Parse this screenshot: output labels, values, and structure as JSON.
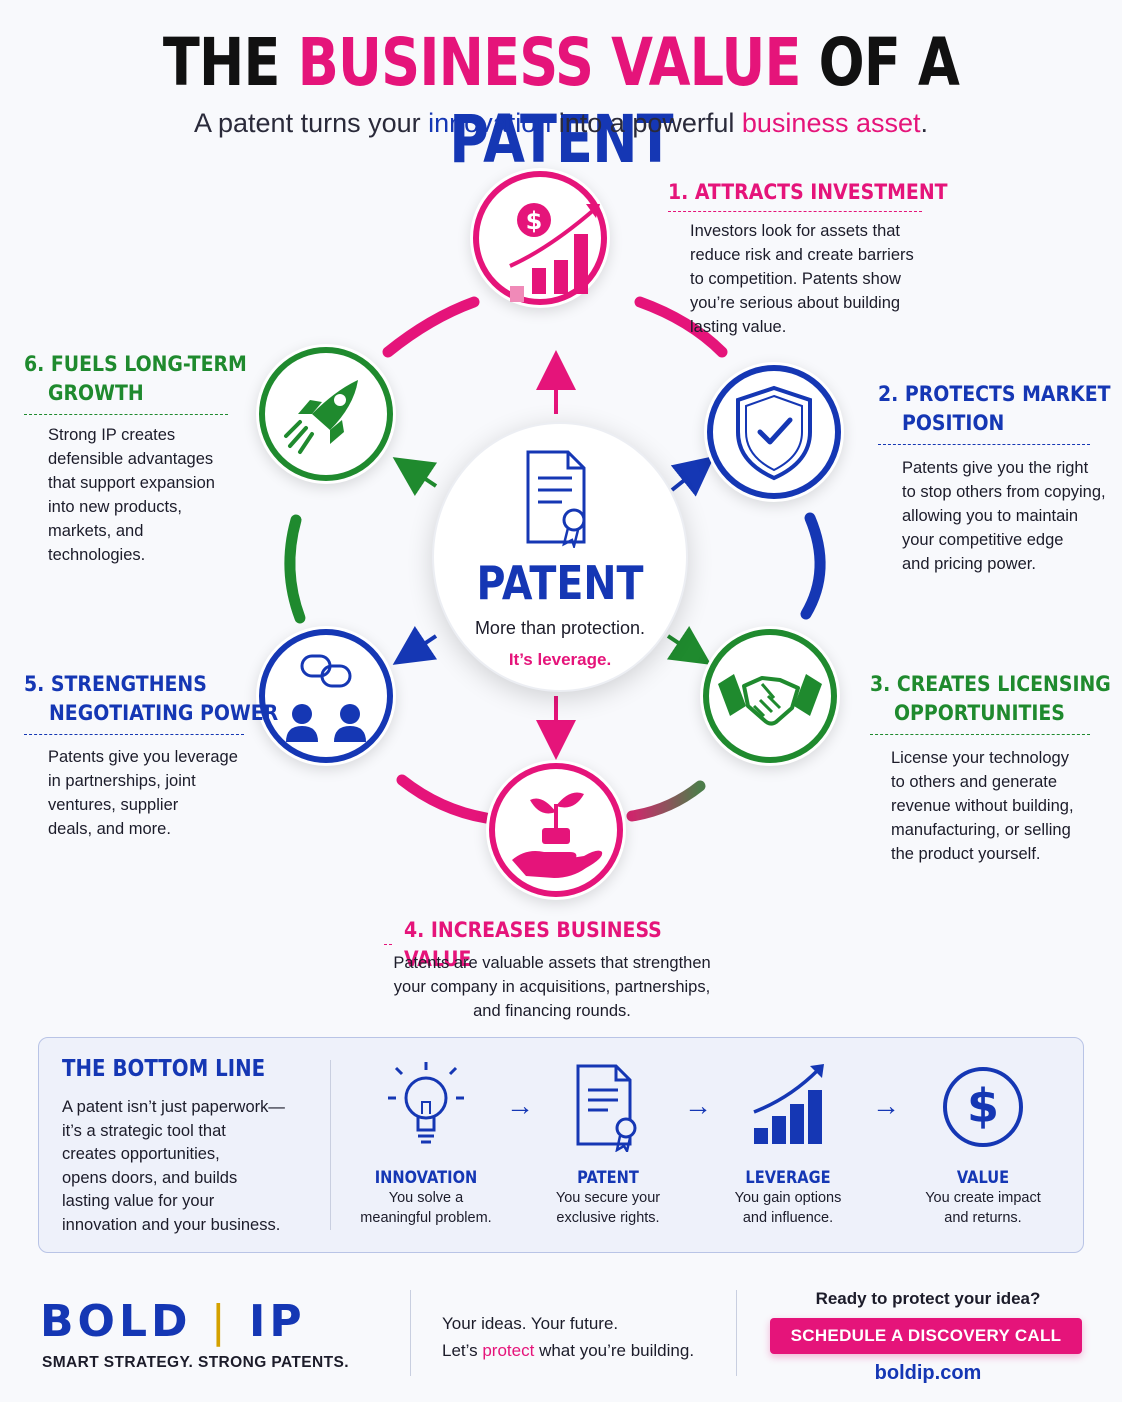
{
  "header": {
    "title_parts": [
      "THE",
      "BUSINESS VALUE",
      "OF A",
      "PATENT"
    ],
    "subtitle_parts": [
      "A patent turns your",
      "innovation",
      "into a powerful",
      "business asset",
      "."
    ]
  },
  "center": {
    "title": "PATENT",
    "line1": "More than protection.",
    "line2": "It’s leverage."
  },
  "benefits": [
    {
      "heading_lines": [
        "1. ATTRACTS INVESTMENT"
      ],
      "desc_lines": [
        "Investors look for assets that",
        "reduce risk and create barriers",
        "to competition. Patents show",
        "you’re serious about building",
        "lasting value."
      ],
      "icon": "investment-chart-icon"
    },
    {
      "heading_lines": [
        "2. PROTECTS MARKET",
        "POSITION"
      ],
      "desc_lines": [
        "Patents give you the right",
        "to stop others from copying,",
        "allowing you to maintain",
        "your competitive edge",
        "and pricing power."
      ],
      "icon": "shield-check-icon"
    },
    {
      "heading_lines": [
        "3. CREATES LICENSING",
        "OPPORTUNITIES"
      ],
      "desc_lines": [
        "License your technology",
        "to others and generate",
        "revenue without building,",
        "manufacturing, or selling",
        "the product yourself."
      ],
      "icon": "handshake-icon"
    },
    {
      "heading_lines": [
        "4. INCREASES BUSINESS VALUE"
      ],
      "desc_lines": [
        "Patents are valuable assets that strengthen",
        "your company in acquisitions, partnerships,",
        "and financing rounds."
      ],
      "icon": "hand-plant-icon"
    },
    {
      "heading_lines": [
        "5. STRENGTHENS",
        "NEGOTIATING POWER"
      ],
      "desc_lines": [
        "Patents give you leverage",
        "in partnerships, joint",
        "ventures, supplier",
        "deals, and more."
      ],
      "icon": "people-chat-icon"
    },
    {
      "heading_lines": [
        "6. FUELS LONG-TERM",
        "GROWTH"
      ],
      "desc_lines": [
        "Strong IP creates",
        "defensible advantages",
        "that support expansion",
        "into new products,",
        "markets, and",
        "technologies."
      ],
      "icon": "rocket-icon"
    }
  ],
  "bottom_line": {
    "title": "THE BOTTOM LINE",
    "text_lines": [
      "A patent isn’t just paperwork—",
      "it’s a strategic tool that",
      "creates opportunities,",
      "opens doors, and builds",
      "lasting value for your",
      "innovation and your business."
    ],
    "steps": [
      {
        "label": "INNOVATION",
        "sub_lines": [
          "You solve a",
          "meaningful problem."
        ],
        "icon": "lightbulb-icon"
      },
      {
        "label": "PATENT",
        "sub_lines": [
          "You secure your",
          "exclusive rights."
        ],
        "icon": "certificate-icon"
      },
      {
        "label": "LEVERAGE",
        "sub_lines": [
          "You gain options",
          "and influence."
        ],
        "icon": "growth-chart-icon"
      },
      {
        "label": "VALUE",
        "sub_lines": [
          "You create impact",
          "and returns."
        ],
        "icon": "dollar-circle-icon"
      }
    ],
    "arrow": "→"
  },
  "footer": {
    "logo_left": "BOLD",
    "logo_sep": "|",
    "logo_right": "IP",
    "tagline": "SMART STRATEGY. STRONG PATENTS.",
    "msg_line1": "Your ideas. Your future.",
    "msg_line2_parts": [
      "Let’s",
      "protect",
      "what you’re building."
    ],
    "cta_question": "Ready to protect your idea?",
    "cta_button": "SCHEDULE A DISCOVERY CALL",
    "url": "boldip.com"
  },
  "colors": {
    "pink": "#e5147a",
    "blue": "#1537b4",
    "green": "#1f8a2e",
    "dark": "#1c1c2a"
  }
}
